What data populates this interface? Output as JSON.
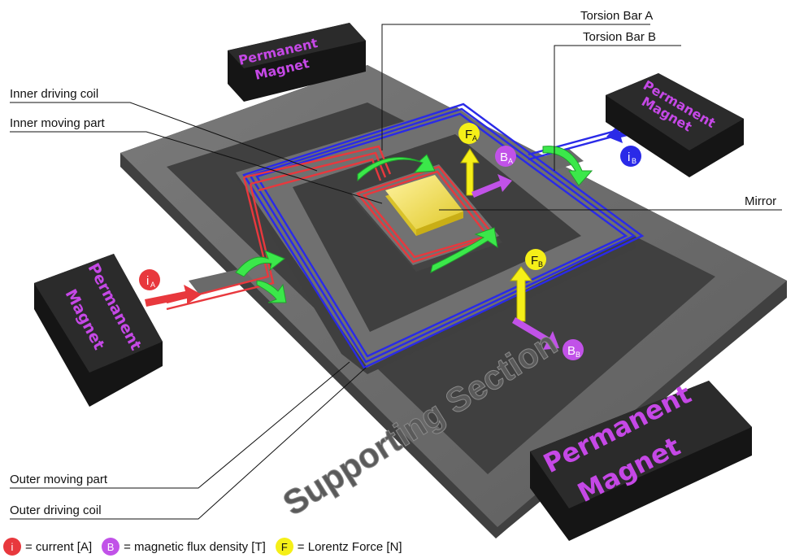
{
  "labels": {
    "torsion_bar_a": "Torsion Bar A",
    "torsion_bar_b": "Torsion Bar B",
    "inner_driving_coil": "Inner driving coil",
    "inner_moving_part": "Inner moving part",
    "mirror": "Mirror",
    "outer_moving_part": "Outer moving part",
    "outer_driving_coil": "Outer driving coil",
    "supporting_section": "Supporting Section"
  },
  "magnets": {
    "line1": "Permanent",
    "line2": "Magnet"
  },
  "symbols": {
    "current_a": "i",
    "current_a_sub": "A",
    "current_b": "i",
    "current_b_sub": "B",
    "flux_a": "B",
    "flux_a_sub": "A",
    "flux_b": "B",
    "flux_b_sub": "B",
    "force_a": "F",
    "force_a_sub": "A",
    "force_b": "F",
    "force_b_sub": "B"
  },
  "legend": [
    {
      "symbol": "i",
      "text": "= current [A]",
      "color": "#e8383d"
    },
    {
      "symbol": "B",
      "text": "= magnetic flux density [T]",
      "color": "#c152e8"
    },
    {
      "symbol": "F",
      "text": "= Lorentz Force [N]",
      "color": "#f5ef18"
    }
  ],
  "colors": {
    "frame": "#707070",
    "frame_dark": "#4d4d4d",
    "magnet": "#222222",
    "magnet_text": "#c548e6",
    "coil_inner": "#e8383d",
    "coil_outer": "#2a2ae8",
    "mirror": "#f2e25a",
    "arrow_green": "#3be84a",
    "force": "#f5ef18",
    "flux": "#c152e8"
  }
}
